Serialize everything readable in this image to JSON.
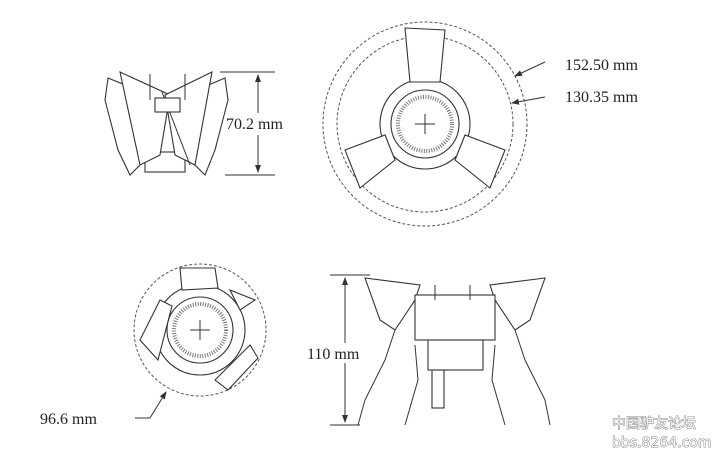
{
  "dimensions": {
    "folded_height": "70.2 mm",
    "outer_diameter": "152.50 mm",
    "inner_diameter": "130.35 mm",
    "folded_diameter": "96.6 mm",
    "open_height": "110 mm"
  },
  "watermark": {
    "line1": "中国驴友论坛",
    "line2": "bbs.8264.com"
  }
}
